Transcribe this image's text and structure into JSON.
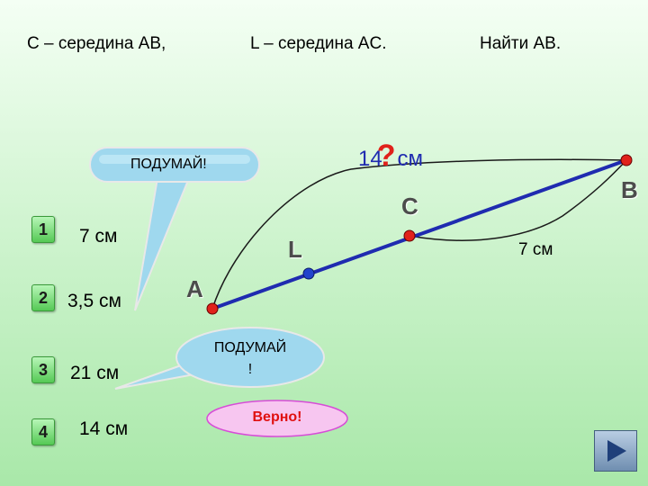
{
  "header": {
    "condition_1": "C – середина AB,",
    "condition_2": "L – середина AC.",
    "task": "Найти AB."
  },
  "figure": {
    "label_a": "A",
    "label_b": "B",
    "label_c": "C",
    "label_l": "L",
    "length_ac": "14",
    "question_mark": "?",
    "length_ac_unit": "см",
    "length_cb": "7 см"
  },
  "answers": [
    {
      "number": "1",
      "text": "7 см"
    },
    {
      "number": "2",
      "text": "3,5 см"
    },
    {
      "number": "3",
      "text": "21 см"
    },
    {
      "number": "4",
      "text": "14 см"
    }
  ],
  "bubbles": {
    "think_top": "ПОДУМАЙ!",
    "think_bottom_line1": "ПОДУМАЙ",
    "think_bottom_line2": "!",
    "correct": "Верно!"
  },
  "colors": {
    "point": "#e0221b",
    "midpoint": "#2244cc",
    "segment": "#1f2bb0",
    "bubble_fill": "#9fd8ee",
    "correct_fill": "#f7c6f0",
    "correct_text": "#e01010"
  },
  "icons": {
    "next": "play-arrow-icon"
  }
}
